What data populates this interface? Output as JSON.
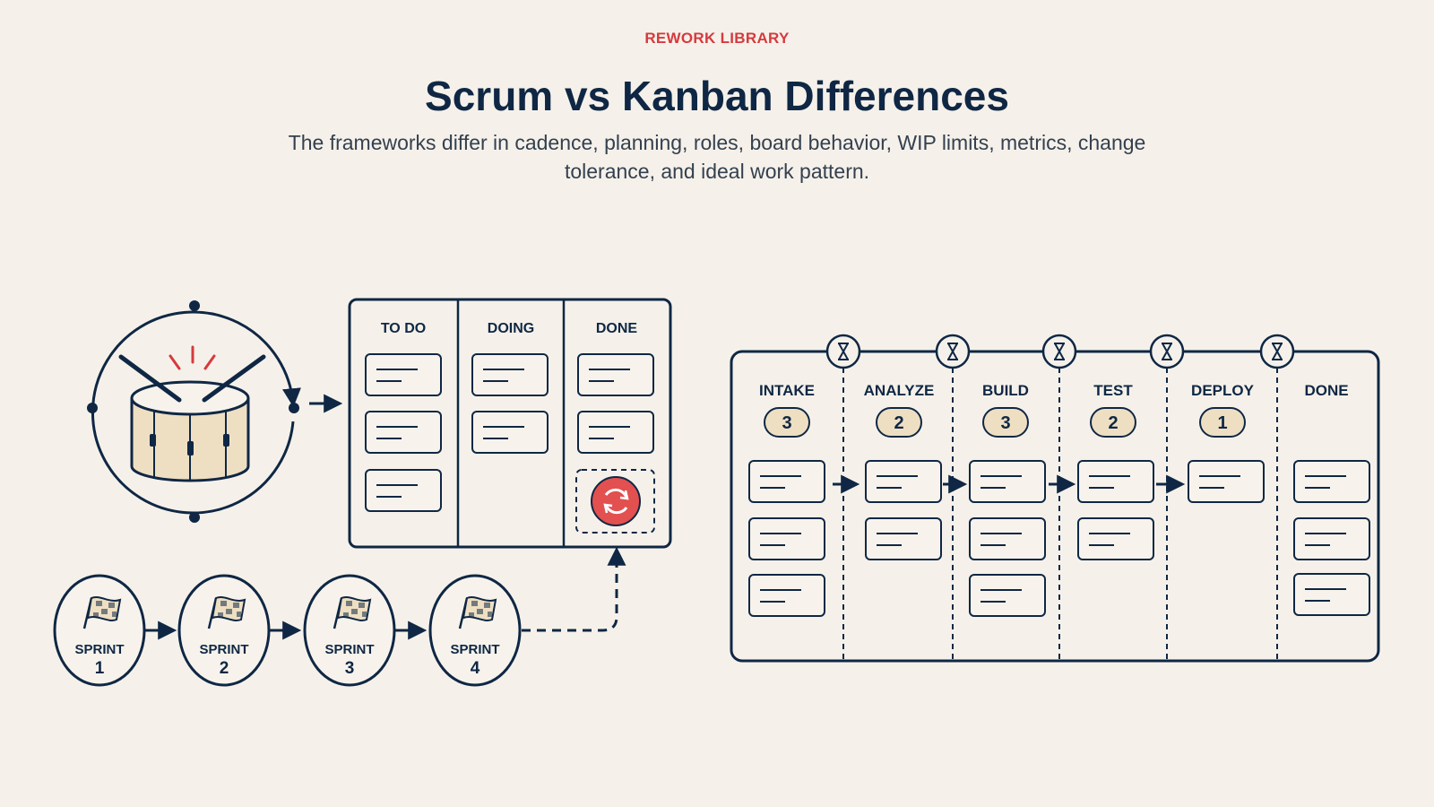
{
  "header": {
    "eyebrow": "REWORK LIBRARY",
    "title": "Scrum vs Kanban Differences",
    "subtitle": "The frameworks differ in cadence, planning, roles, board behavior, WIP limits, metrics, change tolerance, and ideal work pattern."
  },
  "scrum": {
    "board_columns": [
      "TO DO",
      "DOING",
      "DONE"
    ],
    "sprint_label": "SPRINT",
    "sprints": [
      "1",
      "2",
      "3",
      "4"
    ]
  },
  "kanban": {
    "columns": [
      {
        "name": "INTAKE",
        "wip": "3"
      },
      {
        "name": "ANALYZE",
        "wip": "2"
      },
      {
        "name": "BUILD",
        "wip": "3"
      },
      {
        "name": "TEST",
        "wip": "2"
      },
      {
        "name": "DEPLOY",
        "wip": "1"
      },
      {
        "name": "DONE",
        "wip": ""
      }
    ]
  },
  "colors": {
    "ink": "#0f2744",
    "accent": "#d63a3f",
    "tan": "#eedfc3",
    "background": "#f5f1ea"
  },
  "icons": [
    "drum-icon",
    "refresh-icon",
    "checkered-flag-icon",
    "hourglass-icon",
    "arrow-icon"
  ]
}
